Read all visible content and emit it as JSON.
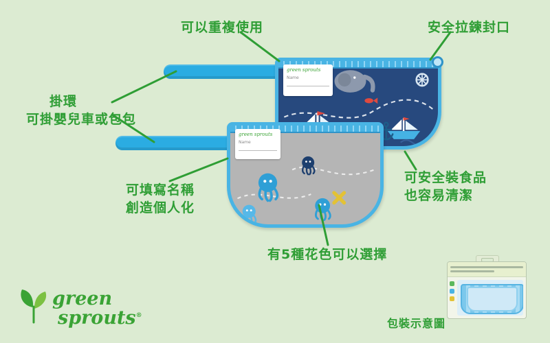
{
  "callouts": {
    "reusable": "可以重複使用",
    "zipper_seal": "安全拉鍊封口",
    "loop_title": "掛環",
    "loop_desc": "可掛嬰兒車或包包",
    "name_l1": "可填寫名稱",
    "name_l2": "創造個人化",
    "food_l1": "可安全裝食品",
    "food_l2": "也容易清潔",
    "patterns": "有5種花色可以選擇",
    "packaging_caption": "包裝示意圖"
  },
  "brand": {
    "logo_line1": "green",
    "logo_line2": "sprouts",
    "registered": "®"
  },
  "pouch_label": {
    "brand": "green sprouts",
    "field": "Name"
  },
  "colors": {
    "background": "#dcebd2",
    "callout_green": "#2f9e35",
    "strap_blue": "#2bace2",
    "trim_blue": "#49b4e4",
    "pouch_navy": "#27497e",
    "pouch_gray": "#b5b5b5",
    "logo_green": "#3aa335"
  }
}
